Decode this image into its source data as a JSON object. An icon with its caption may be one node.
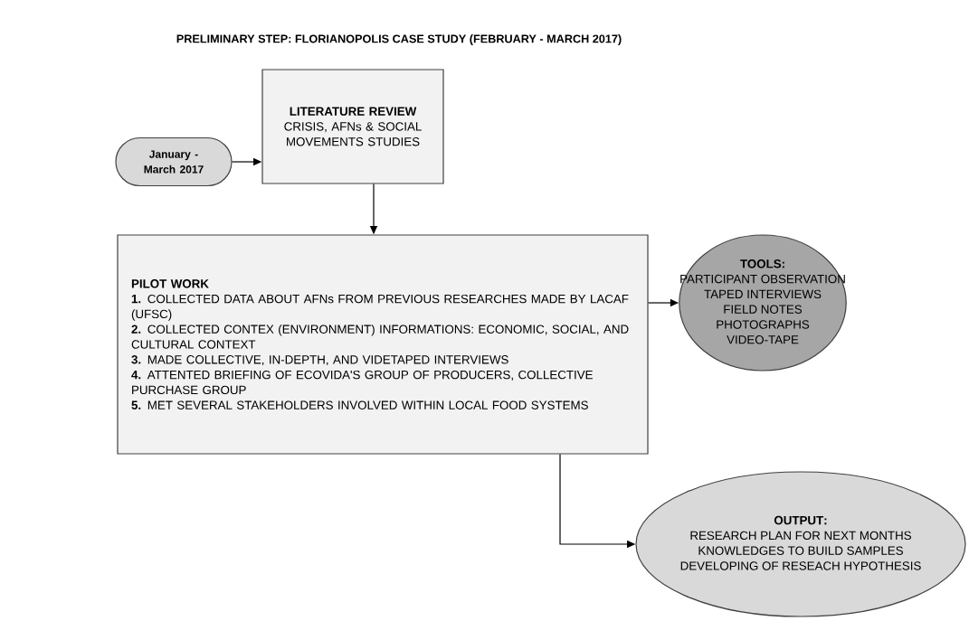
{
  "diagram": {
    "title": "PRELIMINARY STEP: FLORIANOPOLIS CASE STUDY (FEBRUARY - MARCH 2017)",
    "nodes": [
      {
        "text": [
          "January - March 2017"
        ]
      },
      {
        "text": [
          "LITERATURE REVIEW",
          "CRISIS, AFNs & SOCIAL MOVEMENTS STUDIES"
        ]
      },
      {
        "text": [
          "PILOT WORK",
          "**1.** COLLECTED DATA ABOUT AFNs FROM PREVIOUS RESEARCHES MADE BY LACAF (UFSC)",
          "**2.** COLLECTED CONTEX (ENVIRONMENT) INFORMATIONS: ECONOMIC, SOCIAL, AND CULTURAL CONTEXT",
          "**3.** MADE COLLECTIVE, IN-DEPTH, AND VIDETAPED INTERVIEWS",
          "**4.** ATTENTED BRIEFING OF ECOVIDA'S GROUP OF PRODUCERS, COLLECTIVE PURCHASE GROUP",
          "**5.** MET SEVERAL STAKEHOLDERS INVOLVED WITHIN LOCAL FOOD SYSTEMS"
        ]
      },
      {
        "text": [
          "**TOOLS**:",
          "PARTICIPANT OBSERVATION",
          "TAPED INTERVIEWS",
          "FIELD NOTES",
          "PHOTOGRAPHS",
          "VIDEO-TAPE"
        ]
      },
      {
        "text": [
          "**OUTPUT**:",
          "RESEARCH PLAN FOR NEXT MONTHS",
          "KNOWLEDGES TO BUILD SAMPLES",
          "DEVELOPING OF RESEACH HYPOTHESIS"
        ]
      }
    ],
    "edges": [
      {
        "from": 0,
        "to": 1,
        "arrow": "to"
      },
      {
        "from": 1,
        "to": 2,
        "arrow": "to"
      },
      {
        "from": 2,
        "to": 3,
        "arrow": "to"
      },
      {
        "from": 2,
        "to": 4,
        "arrow": "to"
      }
    ]
  }
}
